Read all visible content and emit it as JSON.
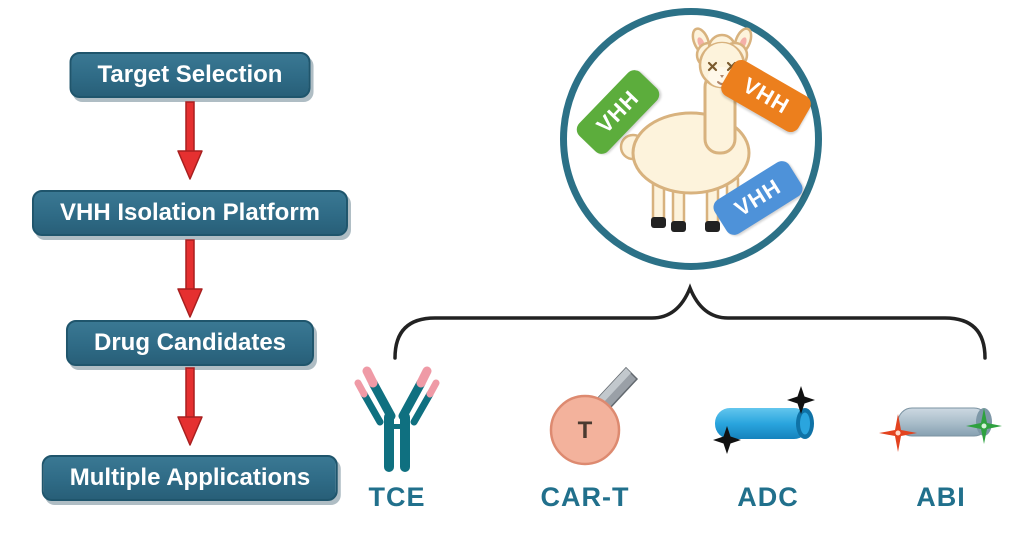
{
  "flowchart": {
    "steps": [
      {
        "label": "Target Selection"
      },
      {
        "label": "VHH Isolation Platform"
      },
      {
        "label": "Drug Candidates"
      },
      {
        "label": "Multiple Applications"
      }
    ]
  },
  "llama_circle": {
    "vhh_tags": [
      {
        "label": "VHH",
        "color": "#5cad3c"
      },
      {
        "label": "VHH",
        "color": "#ec7f1d"
      },
      {
        "label": "VHH",
        "color": "#4e92d9"
      }
    ]
  },
  "applications": [
    {
      "label": "TCE",
      "icon": "antibody-icon"
    },
    {
      "label": "CAR-T",
      "icon": "car-t-cell-icon",
      "cell_letter": "T"
    },
    {
      "label": "ADC",
      "icon": "drug-conjugate-icon"
    },
    {
      "label": "ABI",
      "icon": "bispecific-binder-icon"
    }
  ],
  "colors": {
    "step_box": "#2f6b86",
    "arrow_red": "#e53030",
    "circle_border": "#2c7187",
    "app_label_teal": "#21708c",
    "brace_black": "#222222"
  }
}
